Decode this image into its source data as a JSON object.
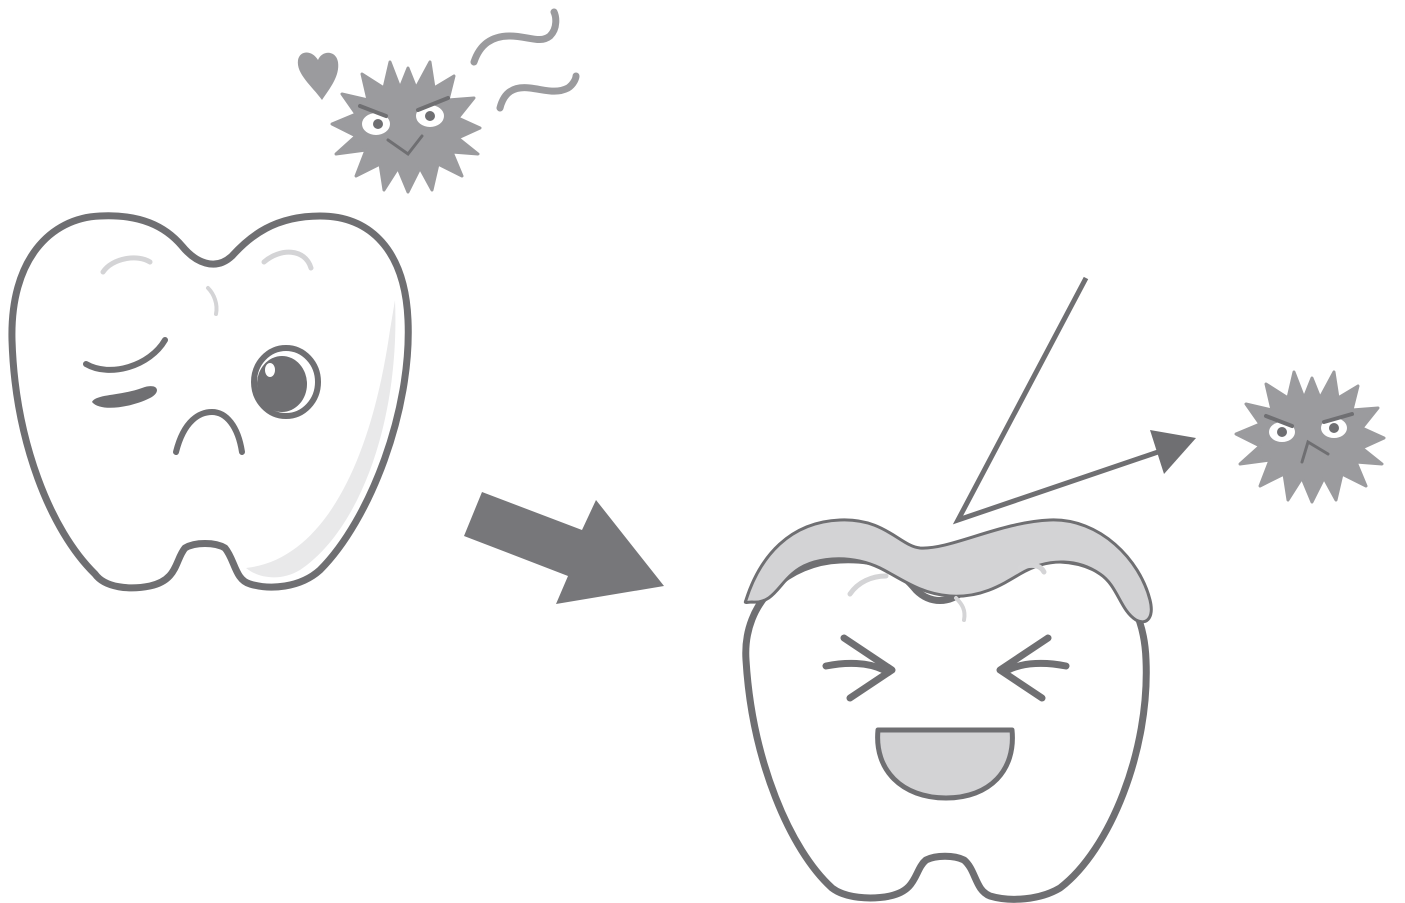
{
  "illustration": {
    "title": "",
    "colors": {
      "outline": "#6f6f72",
      "tooth_fill": "#ffffff",
      "tooth_shade": "#e9e9ea",
      "light_line": "#d4d4d6",
      "germ_fill": "#9b9b9e",
      "arrow_fill": "#77777a",
      "coating_fill": "#d3d3d5",
      "coating_stroke": "#6f6f72"
    },
    "panels": [
      {
        "name": "worried-tooth",
        "expression": "wincing",
        "icons": [
          "tooth-icon",
          "germ-icon",
          "heart-icon",
          "squiggle-icon"
        ]
      },
      {
        "name": "transition",
        "icons": [
          "right-arrow-icon"
        ]
      },
      {
        "name": "happy-coated-tooth",
        "expression": "laughing",
        "icons": [
          "tooth-icon",
          "coating-icon",
          "deflect-arrow-icon",
          "germ-icon"
        ]
      }
    ]
  }
}
